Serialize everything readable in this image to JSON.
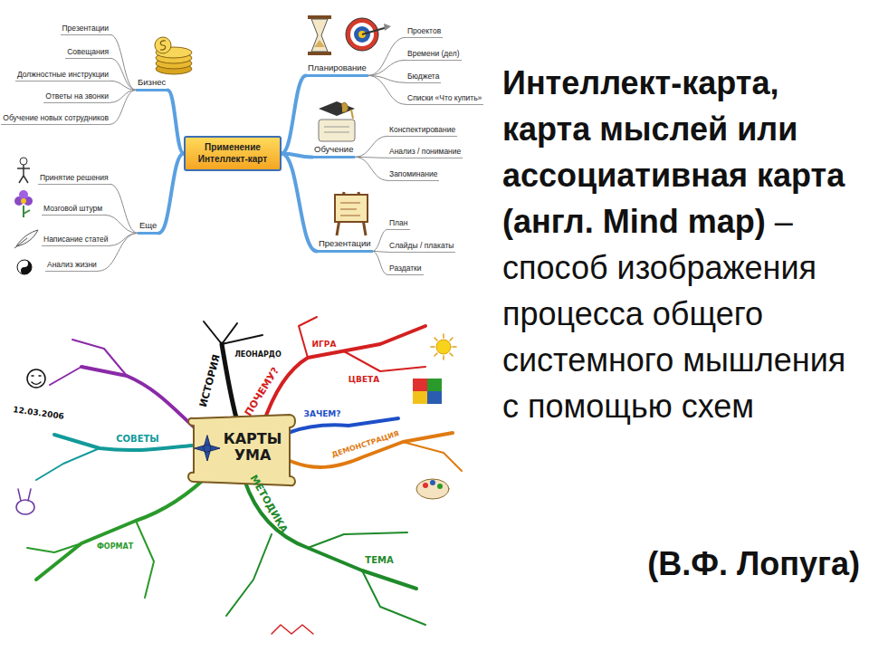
{
  "diagram": {
    "nodes": [
      {
        "text": [
          "Применение Интеллект-карт"
        ]
      },
      {
        "text": [
          "Бизнес"
        ]
      },
      {
        "text": [
          "Презентации"
        ]
      },
      {
        "text": [
          "Совещания"
        ]
      },
      {
        "text": [
          "Должностные инструкции"
        ]
      },
      {
        "text": [
          "Ответы на звонки"
        ]
      },
      {
        "text": [
          "Обучение новых сотрудников"
        ]
      },
      {
        "text": [
          "Планирование"
        ]
      },
      {
        "text": [
          "Проектов"
        ]
      },
      {
        "text": [
          "Времени (дел)"
        ]
      },
      {
        "text": [
          "Бюджета"
        ]
      },
      {
        "text": [
          "Списки «Что купить»"
        ]
      },
      {
        "text": [
          "Обучение"
        ]
      },
      {
        "text": [
          "Конспектирование"
        ]
      },
      {
        "text": [
          "Анализ / понимание"
        ]
      },
      {
        "text": [
          "Запоминание"
        ]
      },
      {
        "text": [
          "Презентации"
        ]
      },
      {
        "text": [
          "План"
        ]
      },
      {
        "text": [
          "Слайды / плакаты"
        ]
      },
      {
        "text": [
          "Раздатки"
        ]
      },
      {
        "text": [
          "Еще"
        ]
      },
      {
        "text": [
          "Принятие решения"
        ]
      },
      {
        "text": [
          "Мозговой штурм"
        ]
      },
      {
        "text": [
          "Написание статей"
        ]
      },
      {
        "text": [
          "Анализ жизни"
        ]
      },
      {
        "text": [
          "КАРТЫ УМА"
        ]
      }
    ],
    "edges": [
      {
        "from": 0,
        "to": 1,
        "arrow": "none"
      },
      {
        "from": 1,
        "to": 2,
        "arrow": "none"
      },
      {
        "from": 1,
        "to": 3,
        "arrow": "none"
      },
      {
        "from": 1,
        "to": 4,
        "arrow": "none"
      },
      {
        "from": 1,
        "to": 5,
        "arrow": "none"
      },
      {
        "from": 1,
        "to": 6,
        "arrow": "none"
      },
      {
        "from": 0,
        "to": 7,
        "arrow": "none"
      },
      {
        "from": 7,
        "to": 8,
        "arrow": "none"
      },
      {
        "from": 7,
        "to": 9,
        "arrow": "none"
      },
      {
        "from": 7,
        "to": 10,
        "arrow": "none"
      },
      {
        "from": 7,
        "to": 11,
        "arrow": "none"
      },
      {
        "from": 0,
        "to": 12,
        "arrow": "none"
      },
      {
        "from": 12,
        "to": 13,
        "arrow": "none"
      },
      {
        "from": 12,
        "to": 14,
        "arrow": "none"
      },
      {
        "from": 12,
        "to": 15,
        "arrow": "none"
      },
      {
        "from": 0,
        "to": 16,
        "arrow": "none"
      },
      {
        "from": 16,
        "to": 17,
        "arrow": "none"
      },
      {
        "from": 16,
        "to": 18,
        "arrow": "none"
      },
      {
        "from": 16,
        "to": 19,
        "arrow": "none"
      },
      {
        "from": 0,
        "to": 20,
        "arrow": "none"
      },
      {
        "from": 20,
        "to": 21,
        "arrow": "none"
      },
      {
        "from": 20,
        "to": 22,
        "arrow": "none"
      },
      {
        "from": 20,
        "to": 23,
        "arrow": "none"
      },
      {
        "from": 20,
        "to": 24,
        "arrow": "none"
      }
    ],
    "labels": [
      "Интеллект-карта, карта мыслей или ассоциативная карта (англ. Mind map)",
      "– способ изображения процесса общего системного мышления с помощью схем",
      "(В.Ф. Лопуга)",
      "ИСТОРИЯ",
      "ЛЕОНАРДО",
      "ПОЧЕМУ?",
      "ИГРА",
      "ЦВЕТА",
      "ЗАЧЕМ?",
      "СОВЕТЫ",
      "МЕТОДИКА",
      "ДЕМОНСТРАЦИЯ",
      "ФОРМАТ",
      "ТЕМА",
      "12.03.2006"
    ]
  }
}
